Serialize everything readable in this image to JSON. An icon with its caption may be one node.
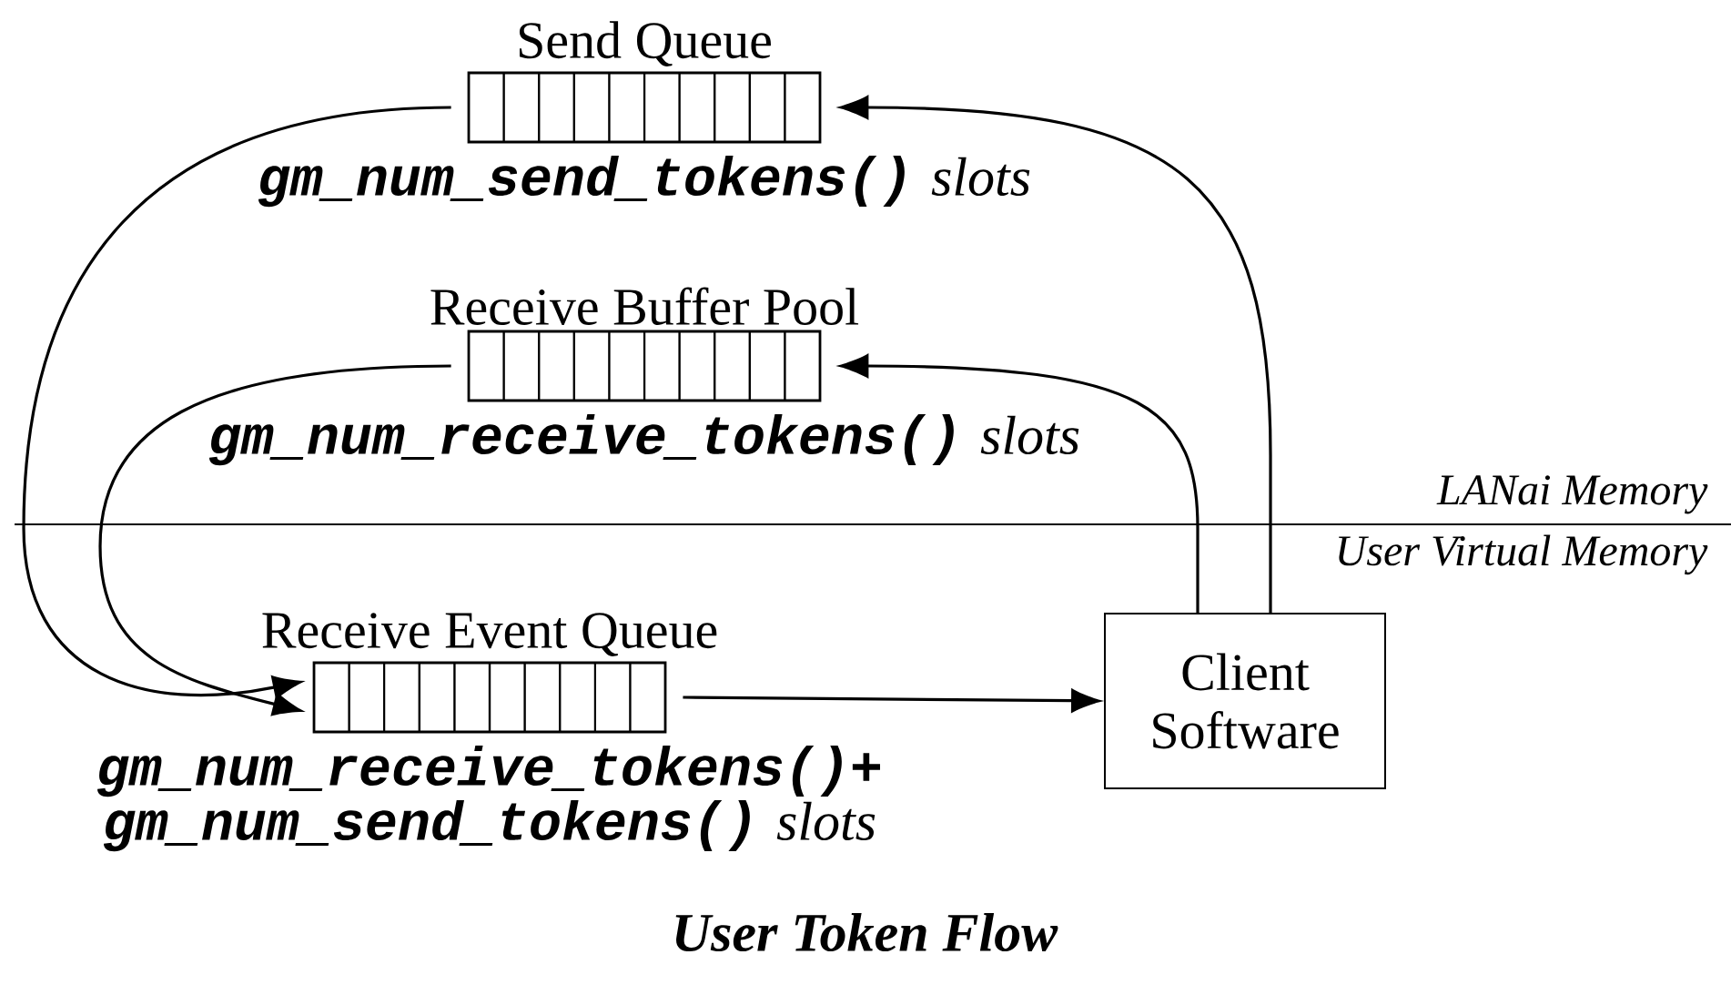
{
  "diagram": {
    "caption": "User Token Flow",
    "nodes": [
      {
        "text": [
          "Send Queue"
        ],
        "beside": [
          "**gm_num_send_tokens()** *slots*"
        ]
      },
      {
        "text": [
          "Receive Buffer Pool"
        ],
        "beside": [
          "**gm_num_receive_tokens()** *slots*"
        ]
      },
      {
        "text": [
          "Receive Event Queue"
        ],
        "beside": [
          "**gm_num_receive_tokens()+ gm_num_send_tokens()** *slots*"
        ]
      },
      {
        "text": [
          "Client Software"
        ]
      }
    ],
    "edges": [
      {
        "from": 0,
        "to": 2,
        "arrow": "to"
      },
      {
        "from": 1,
        "to": 2,
        "arrow": "to"
      },
      {
        "from": 2,
        "to": 3,
        "arrow": "to"
      },
      {
        "from": 3,
        "to": 0,
        "arrow": "to"
      },
      {
        "from": 3,
        "to": 1,
        "arrow": "to"
      }
    ],
    "labels": [
      "LANai Memory",
      "User Virtual Memory"
    ]
  }
}
